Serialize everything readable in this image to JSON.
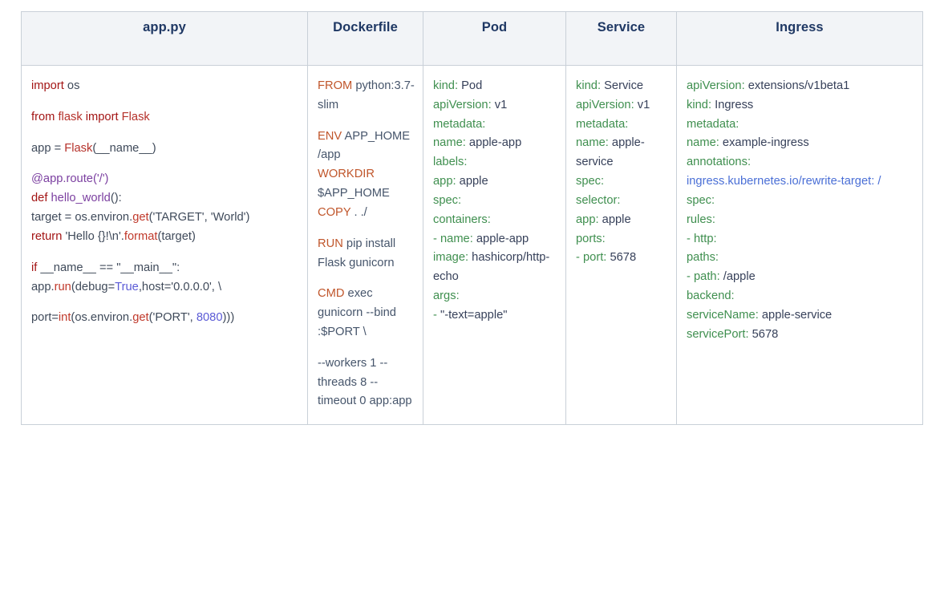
{
  "table": {
    "headers": [
      "app.py",
      "Dockerfile",
      "Pod",
      "Service",
      "Ingress"
    ],
    "columns": {
      "app_py": {
        "title": "app.py",
        "language": "python",
        "blocks": [
          {
            "lines": [
              "import os"
            ]
          },
          {
            "lines": [
              "from flask import Flask"
            ]
          },
          {
            "lines": [
              "app = Flask(__name__)"
            ]
          },
          {
            "lines": [
              "@app.route('/')",
              "def hello_world():",
              "target = os.environ.get('TARGET', 'World')",
              "return 'Hello {}!\\n'.format(target)"
            ]
          },
          {
            "lines": [
              "if __name__ == \"__main__\":",
              "app.run(debug=True,host='0.0.0.0', \\"
            ]
          },
          {
            "lines": [
              "port=int(os.environ.get('PORT', 8080)))"
            ]
          }
        ]
      },
      "dockerfile": {
        "title": "Dockerfile",
        "language": "dockerfile",
        "blocks": [
          {
            "lines": [
              "FROM python:3.7-slim"
            ]
          },
          {
            "lines": [
              "ENV APP_HOME /app",
              "WORKDIR $APP_HOME",
              "COPY . ./"
            ]
          },
          {
            "lines": [
              "RUN pip install Flask gunicorn"
            ]
          },
          {
            "lines": [
              "CMD exec gunicorn --bind :$PORT \\"
            ]
          },
          {
            "lines": [
              "--workers 1 --threads 8 --timeout 0 app:app"
            ]
          }
        ]
      },
      "pod": {
        "title": "Pod",
        "language": "yaml",
        "lines": [
          {
            "key": "kind",
            "value": "Pod"
          },
          {
            "key": "apiVersion",
            "value": "v1"
          },
          {
            "key": "metadata",
            "value": ""
          },
          {
            "key": "name",
            "value": "apple-app"
          },
          {
            "key": "labels",
            "value": ""
          },
          {
            "key": "app",
            "value": "apple"
          },
          {
            "key": "spec",
            "value": ""
          },
          {
            "key": "containers",
            "value": ""
          },
          {
            "dash": "- ",
            "key": "name",
            "value": "apple-app"
          },
          {
            "key": "image",
            "value": "hashicorp/http-echo"
          },
          {
            "key": "args",
            "value": ""
          },
          {
            "dash": "- ",
            "raw": "\"-text=apple\""
          }
        ]
      },
      "service": {
        "title": "Service",
        "language": "yaml",
        "lines": [
          {
            "key": "kind",
            "value": "Service"
          },
          {
            "key": "apiVersion",
            "value": "v1"
          },
          {
            "key": "metadata",
            "value": ""
          },
          {
            "key": "name",
            "value": "apple-service"
          },
          {
            "key": "spec",
            "value": ""
          },
          {
            "key": "selector",
            "value": ""
          },
          {
            "key": "app",
            "value": "apple"
          },
          {
            "key": "ports",
            "value": ""
          },
          {
            "dash": "- ",
            "key": "port",
            "value": "5678"
          }
        ]
      },
      "ingress": {
        "title": "Ingress",
        "language": "yaml",
        "lines": [
          {
            "key": "apiVersion",
            "value": "extensions/v1beta1"
          },
          {
            "key": "kind",
            "value": "Ingress"
          },
          {
            "key": "metadata",
            "value": ""
          },
          {
            "key": "name",
            "value": "example-ingress"
          },
          {
            "key": "annotations",
            "value": ""
          },
          {
            "link": "ingress.kubernetes.io/rewrite-target: /"
          },
          {
            "key": "spec",
            "value": ""
          },
          {
            "key": "rules",
            "value": ""
          },
          {
            "dash": "- ",
            "key": "http",
            "value": ""
          },
          {
            "key": "paths",
            "value": ""
          },
          {
            "dash": "- ",
            "key": "path",
            "value": "/apple"
          },
          {
            "key": "backend",
            "value": ""
          },
          {
            "key": "serviceName",
            "value": "apple-service"
          },
          {
            "key": "servicePort",
            "value": "5678"
          }
        ]
      }
    }
  },
  "colors": {
    "border": "#c9d0d8",
    "header_bg": "#f2f4f7",
    "header_text": "#1f3864",
    "yaml_key": "#3f8f4f",
    "yaml_value": "#37415a",
    "link": "#4a6fd6",
    "python_keyword": "#a31515",
    "python_decorator": "#7b3fa0",
    "python_literal": "#5b5bd6",
    "docker_directive": "#c0562b"
  }
}
